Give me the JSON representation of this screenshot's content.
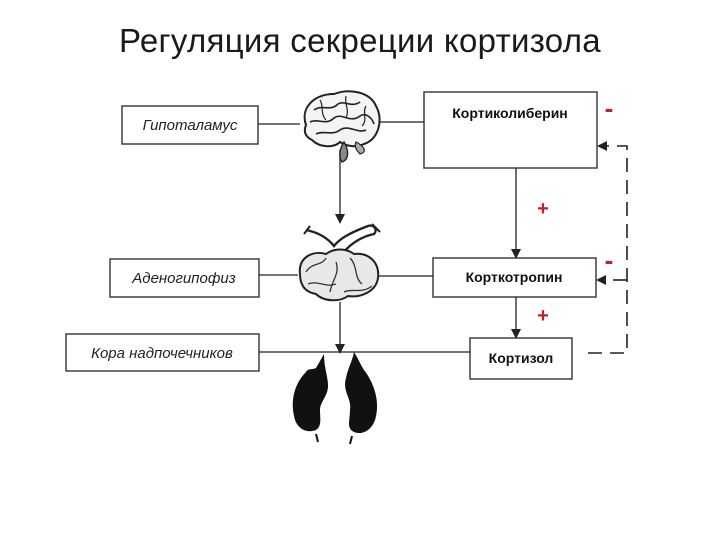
{
  "title": "Регуляция секреции кортизола",
  "organs": {
    "hypothalamus": "Гипоталамус",
    "adenohypophysis": "Аденогипофиз",
    "adrenal_cortex": "Кора надпочечников"
  },
  "hormones": {
    "corticoliberin": "Кортиколиберин",
    "corticotropin": "Корткотропин",
    "cortisol": "Кортизол"
  },
  "signs": {
    "plus_1": "+",
    "plus_2": "+",
    "minus_1": "-",
    "minus_2": "-"
  },
  "icons": {
    "brain": "brain-icon",
    "pituitary": "pituitary-icon",
    "adrenal": "adrenal-glands-icon"
  },
  "colors": {
    "sign": "#c0202a",
    "line": "#222222"
  }
}
